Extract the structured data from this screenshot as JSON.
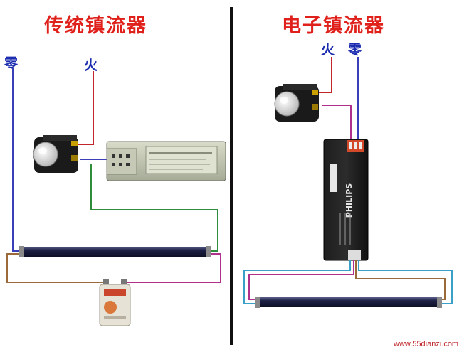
{
  "left": {
    "title": "传统镇流器",
    "neutral_label": "零",
    "live_label": "火"
  },
  "right": {
    "title": "电子镇流器",
    "live_label": "火",
    "neutral_label": "零",
    "ballast_brand": "PHILIPS"
  },
  "watermark": "www.55dianzi.com",
  "colors": {
    "title": "#e0201b",
    "label": "#1c2db0",
    "live_wire": "#c0262a",
    "neutral_wire": "#3a3fb8",
    "green_wire": "#2f8c3a",
    "magenta_wire": "#b0308e",
    "brown_wire": "#9a6a3a",
    "cyan_wire": "#3aa0c8",
    "divider": "#111111"
  }
}
